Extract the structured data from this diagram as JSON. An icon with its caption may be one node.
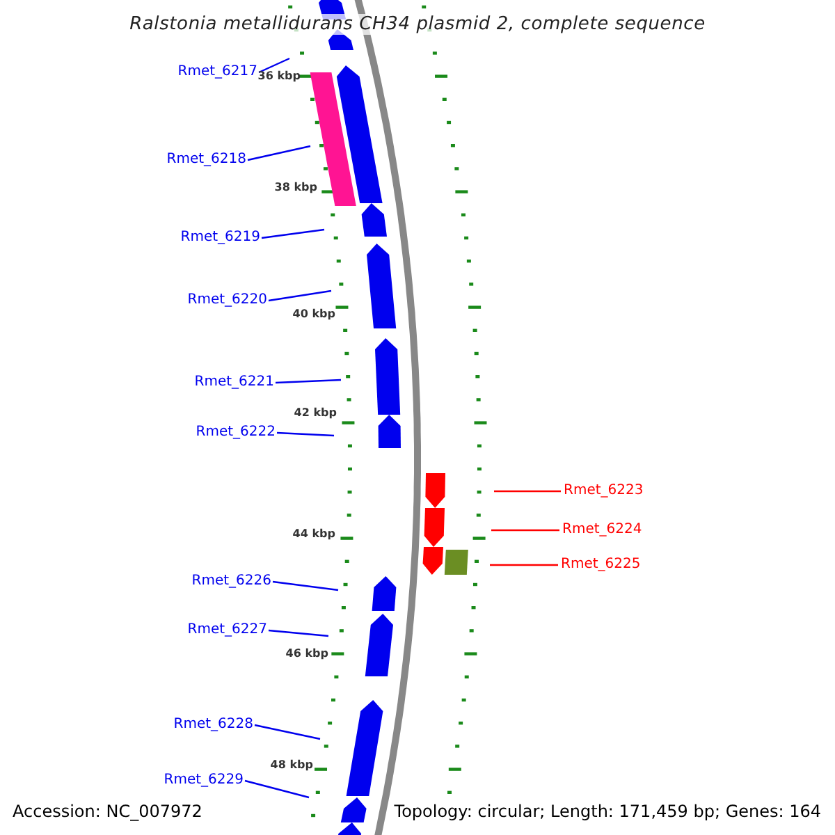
{
  "diagram": {
    "title": "Ralstonia metallidurans CH34 plasmid 2, complete sequence",
    "nodes": [
      {
        "text": [
          "Rmet_6217"
        ]
      },
      {
        "text": [
          "Rmet_6218"
        ]
      },
      {
        "text": [
          "Rmet_6219"
        ]
      },
      {
        "text": [
          "Rmet_6220"
        ]
      },
      {
        "text": [
          "Rmet_6221"
        ]
      },
      {
        "text": [
          "Rmet_6222"
        ]
      },
      {
        "text": [
          "Rmet_6223"
        ]
      },
      {
        "text": [
          "Rmet_6224"
        ]
      },
      {
        "text": [
          "Rmet_6225"
        ]
      },
      {
        "text": [
          "Rmet_6226"
        ]
      },
      {
        "text": [
          "Rmet_6227"
        ]
      },
      {
        "text": [
          "Rmet_6228"
        ]
      },
      {
        "text": [
          "Rmet_6229"
        ]
      }
    ],
    "edges": [
      {
        "from": 0,
        "to": null,
        "arrow": "none"
      },
      {
        "from": 1,
        "to": null,
        "arrow": "none"
      },
      {
        "from": 2,
        "to": null,
        "arrow": "none"
      },
      {
        "from": 3,
        "to": null,
        "arrow": "none"
      },
      {
        "from": 4,
        "to": null,
        "arrow": "none"
      },
      {
        "from": 5,
        "to": null,
        "arrow": "none"
      },
      {
        "from": 6,
        "to": null,
        "arrow": "none",
        "color": "#ff0000"
      },
      {
        "from": 7,
        "to": null,
        "arrow": "none",
        "color": "#ff0000"
      },
      {
        "from": 8,
        "to": null,
        "arrow": "none",
        "color": "#ff0000"
      },
      {
        "from": 9,
        "to": null,
        "arrow": "none"
      },
      {
        "from": 10,
        "to": null,
        "arrow": "none"
      },
      {
        "from": 11,
        "to": null,
        "arrow": "none"
      },
      {
        "from": 12,
        "to": null,
        "arrow": "none"
      }
    ],
    "labels": [
      "36 kbp",
      "38 kbp",
      "40 kbp",
      "42 kbp",
      "44 kbp",
      "46 kbp",
      "48 kbp",
      "Accession: NC_007972",
      "Topology: circular; Length: 171,459 bp; Genes: 164"
    ]
  }
}
